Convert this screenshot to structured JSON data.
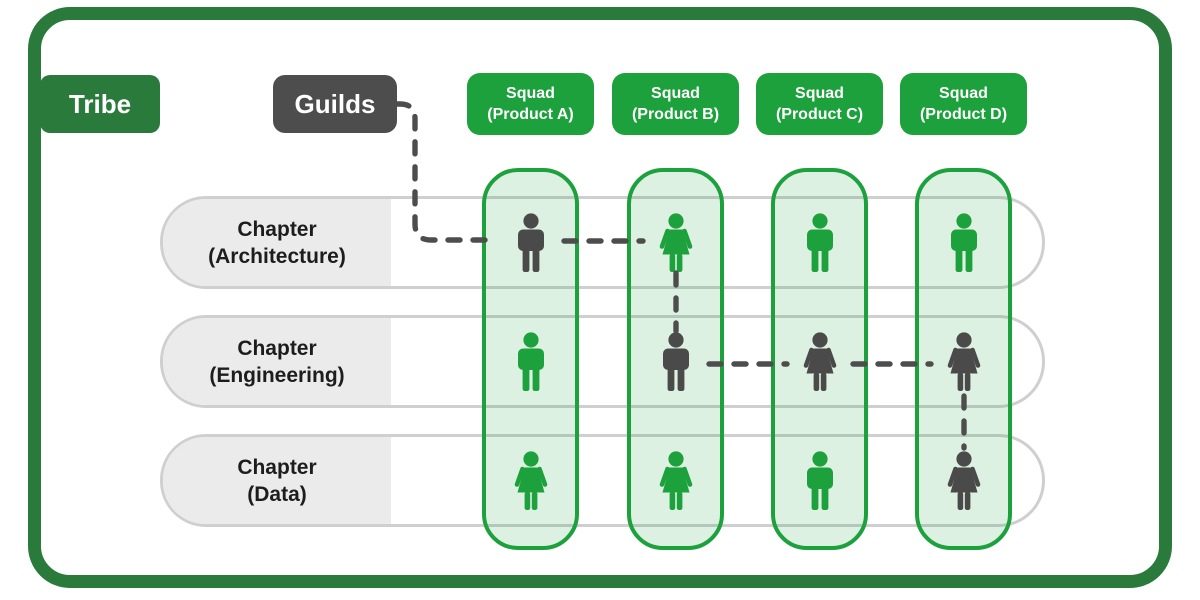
{
  "palette": {
    "outer_border_green": "#2a7a3c",
    "bright_green": "#1da13d",
    "column_fill": "rgba(29,161,61,0.15)",
    "dark_gray": "#4d4d4d",
    "person_dark": "#4a4a4a",
    "pill_border": "#cfcfcf",
    "label_bg": "#ebebeb",
    "text_dark": "#1d1d1d"
  },
  "tribe": {
    "label": "Tribe"
  },
  "guilds": {
    "label": "Guilds"
  },
  "squads": [
    {
      "line1": "Squad",
      "line2": "(Product A)"
    },
    {
      "line1": "Squad",
      "line2": "(Product B)"
    },
    {
      "line1": "Squad",
      "line2": "(Product C)"
    },
    {
      "line1": "Squad",
      "line2": "(Product D)"
    }
  ],
  "chapters": [
    {
      "line1": "Chapter",
      "line2": "(Architecture)"
    },
    {
      "line1": "Chapter",
      "line2": "(Engineering)"
    },
    {
      "line1": "Chapter",
      "line2": "(Data)"
    }
  ],
  "members": {
    "grid": [
      [
        "dark-male",
        "green-female",
        "green-male",
        "green-male"
      ],
      [
        "green-male",
        "dark-male",
        "dark-female",
        "dark-female"
      ],
      [
        "green-female",
        "green-female",
        "green-male",
        "dark-female"
      ]
    ]
  },
  "guild_connections": [
    [
      "guilds",
      "A1"
    ],
    [
      "A1",
      "B1"
    ],
    [
      "B1",
      "B2"
    ],
    [
      "B2",
      "C2"
    ],
    [
      "C2",
      "D2"
    ],
    [
      "D2",
      "D3"
    ]
  ]
}
